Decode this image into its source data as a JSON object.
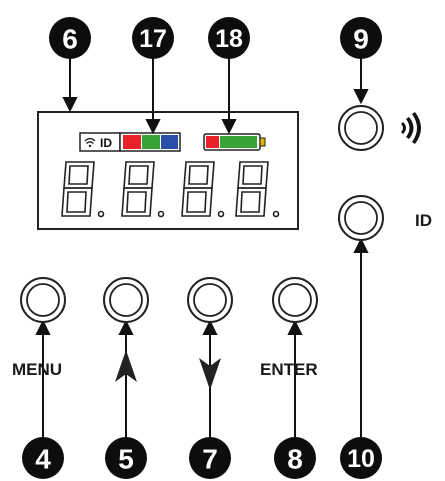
{
  "callouts": {
    "display": "6",
    "indicators": "17",
    "battery": "18",
    "remote_button": "9",
    "id_button": "10",
    "menu": "4",
    "up": "5",
    "down": "7",
    "enter": "8"
  },
  "labels": {
    "menu": "MENU",
    "enter": "ENTER",
    "id": "ID",
    "id_badge": "ID"
  },
  "display": {
    "digits": [
      "8.",
      "8.",
      "8.",
      "8."
    ]
  },
  "colors": {
    "ink": "#111111",
    "indicator_red": "#e8212b",
    "indicator_green": "#3aa335",
    "indicator_blue": "#2a4fa8",
    "battery_red": "#e8212b",
    "battery_green": "#3aa335",
    "battery_tip": "#e0b300"
  },
  "icons": {
    "wifi": "wifi-icon",
    "remote": "wireless-signal-icon",
    "up_arrow": "arrow-up-icon",
    "down_arrow": "arrow-down-icon"
  }
}
